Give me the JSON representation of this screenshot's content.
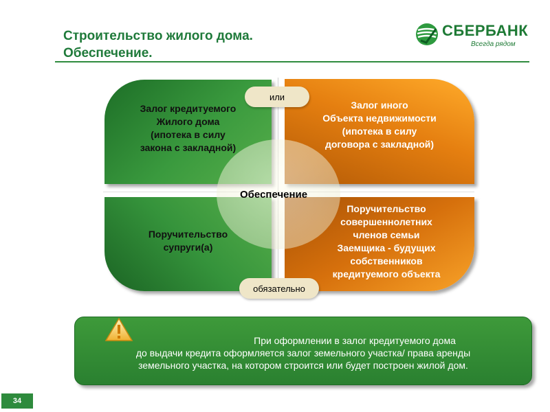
{
  "header": {
    "title_line1": "Строительство жилого дома.",
    "title_line2": "Обеспечение."
  },
  "logo": {
    "name": "СБЕРБАНК",
    "tagline": "Всегда рядом",
    "icon": "sberbank-logo-icon",
    "color": "#1e7a35"
  },
  "diagram": {
    "center_label": "Обеспечение",
    "connector_top": "или",
    "connector_bottom": "обязательно",
    "quadrants": {
      "top_left": [
        "Залог кредитуемого",
        "Жилого дома",
        "(ипотека в силу",
        "закона с закладной)"
      ],
      "top_right": [
        "Залог иного",
        "Объекта недвижимости",
        "(ипотека в силу",
        "договора с закладной)"
      ],
      "bottom_left": [
        "Поручительство",
        "супруги(а)"
      ],
      "bottom_right": [
        "Поручительство",
        "совершеннолетних",
        "членов семьи",
        "Заемщика -  будущих",
        "собственников",
        "кредитуемого объекта"
      ]
    },
    "colors": {
      "green": "#3a9a3e",
      "orange": "#e57f10"
    }
  },
  "note": {
    "icon": "warning-icon",
    "line1": "При оформлении в залог  кредитуемого дома",
    "line2": "до выдачи кредита оформляется залог земельного участка/ права аренды",
    "line3": "земельного участка, на котором строится или будет построен жилой дом."
  },
  "footer": {
    "page_number": "34"
  }
}
